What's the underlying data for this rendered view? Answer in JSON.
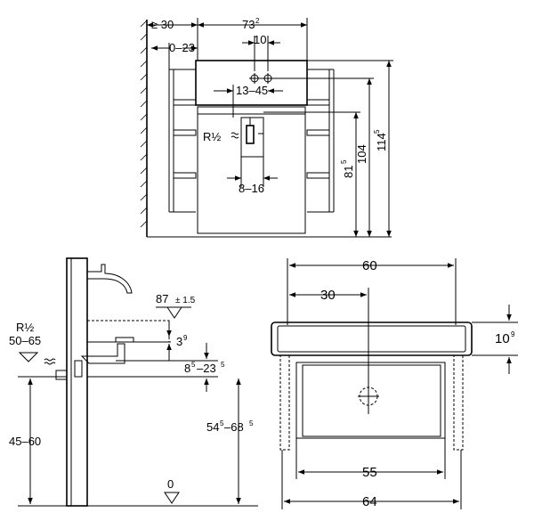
{
  "front_view": {
    "dims": {
      "wall_gap_main": "≥ 30",
      "top_width_main": "73",
      "top_width_sup": "2",
      "offset_range": "0–23",
      "tap_spacing": "10",
      "tap_range": "13–45",
      "drain_thread": "R½",
      "drain_range": "8–16",
      "h1_main": "81",
      "h1_sup": "5",
      "h2": "104",
      "h3_main": "114",
      "h3_sup": "5"
    }
  },
  "side_view": {
    "dims": {
      "thread": "R½",
      "supply_range": "50–65",
      "rim_main": "87",
      "rim_tol": "± 1.5",
      "depth_main": "3",
      "depth_sup": "9",
      "drain_main_a": "8",
      "drain_sup_a": "5",
      "drain_main_b": "–23",
      "drain_sup_b": "5",
      "supply_height": "45–60",
      "height_main_a": "54",
      "height_sup_a": "5",
      "height_main_b": "–68",
      "height_sup_b": "5",
      "floor_level": "0"
    }
  },
  "top_view": {
    "dims": {
      "outer_width": "60",
      "center_offset": "30",
      "thickness_main": "10",
      "thickness_sup": "9",
      "inner_width": "55",
      "frame_width": "64"
    }
  }
}
